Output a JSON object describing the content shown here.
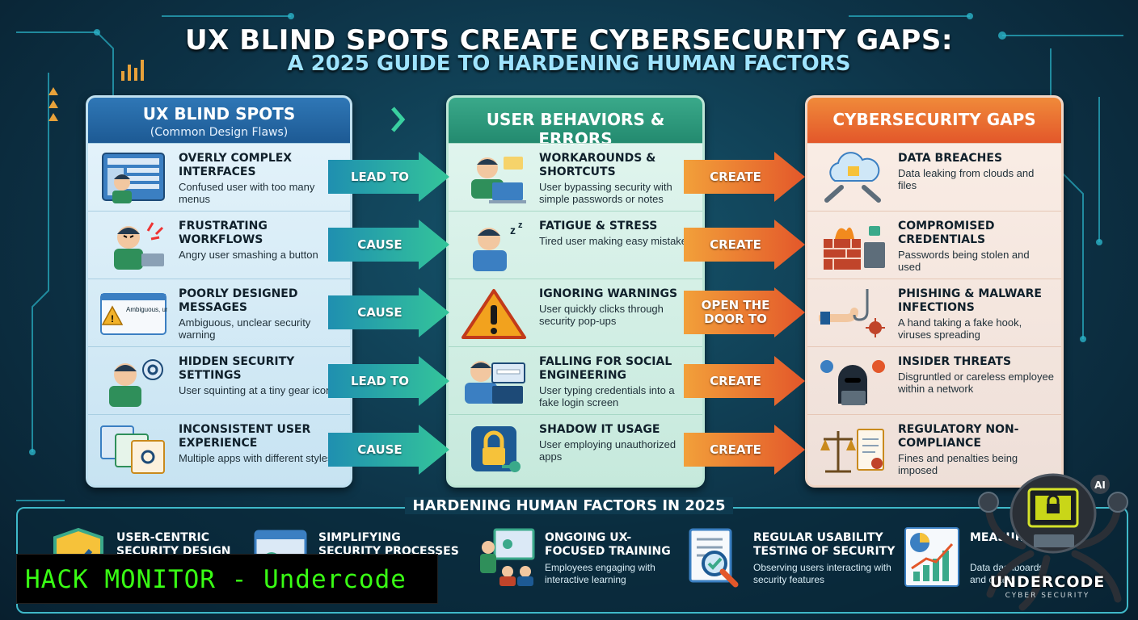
{
  "header": {
    "title": "UX BLIND SPOTS CREATE CYBERSECURITY GAPS:",
    "subtitle": "A 2025 GUIDE TO HARDENING HUMAN FACTORS"
  },
  "columns": {
    "ux": {
      "title": "UX BLIND SPOTS",
      "subtitle": "(Common Design Flaws)",
      "items": [
        {
          "title": "OVERLY COMPLEX INTERFACES",
          "desc": "Confused user with too many menus"
        },
        {
          "title": "FRUSTRATING WORKFLOWS",
          "desc": "Angry user smashing a button"
        },
        {
          "title": "POORLY DESIGNED MESSAGES",
          "desc": "Ambiguous, unclear security warning",
          "icon_text": "Ambiguous, unclear warning"
        },
        {
          "title": "HIDDEN SECURITY SETTINGS",
          "desc": "User squinting at a tiny gear icon"
        },
        {
          "title": "INCONSISTENT USER EXPERIENCE",
          "desc": "Multiple apps with different styles"
        }
      ]
    },
    "behaviors": {
      "title": "USER BEHAVIORS & ERRORS",
      "items": [
        {
          "title": "WORKAROUNDS & SHORTCUTS",
          "desc": "User bypassing security with simple passwords or notes"
        },
        {
          "title": "FATIGUE & STRESS",
          "desc": "Tired user making easy mistakes"
        },
        {
          "title": "IGNORING WARNINGS",
          "desc": "User quickly clicks through security pop-ups"
        },
        {
          "title": "FALLING FOR SOCIAL ENGINEERING",
          "desc": "User typing credentials into a fake login screen"
        },
        {
          "title": "SHADOW IT USAGE",
          "desc": "User employing unauthorized apps"
        }
      ]
    },
    "gaps": {
      "title": "CYBERSECURITY GAPS",
      "items": [
        {
          "title": "DATA BREACHES",
          "desc": "Data leaking from clouds and files"
        },
        {
          "title": "COMPROMISED CREDENTIALS",
          "desc": "Passwords being stolen and used"
        },
        {
          "title": "PHISHING & MALWARE INFECTIONS",
          "desc": "A hand taking a fake hook, viruses spreading"
        },
        {
          "title": "INSIDER THREATS",
          "desc": "Disgruntled or careless employee within a network"
        },
        {
          "title": "REGULATORY NON-COMPLIANCE",
          "desc": "Fines and penalties being imposed"
        }
      ]
    }
  },
  "arrows_left": [
    "LEAD TO",
    "CAUSE",
    "CAUSE",
    "LEAD TO",
    "CAUSE"
  ],
  "arrows_right": [
    "CREATE",
    "CREATE",
    "OPEN THE DOOR TO",
    "CREATE",
    "CREATE"
  ],
  "bottom": {
    "title": "HARDENING HUMAN FACTORS IN 2025",
    "items": [
      {
        "title": "USER-CENTRIC SECURITY DESIGN",
        "desc": ""
      },
      {
        "title": "SIMPLIFYING SECURITY PROCESSES",
        "desc": ""
      },
      {
        "title": "ONGOING UX-FOCUSED TRAINING",
        "desc": "Employees engaging with interactive learning"
      },
      {
        "title": "REGULAR USABILITY TESTING OF SECURITY",
        "desc": "Observing users interacting with security features"
      },
      {
        "title": "MEASURE",
        "desc": "Data dashboards and charts"
      }
    ]
  },
  "overlay": {
    "monitor_text": "HACK MONITOR - Undercode",
    "logo_text": "UNDERCODE",
    "logo_sub": "CYBER SECURITY"
  },
  "colors": {
    "background": "#0d3347",
    "ux_header": "#2f77b6",
    "behavior_header": "#3aa98a",
    "gap_header": "#e3572a",
    "monitor_green": "#39ff14"
  }
}
